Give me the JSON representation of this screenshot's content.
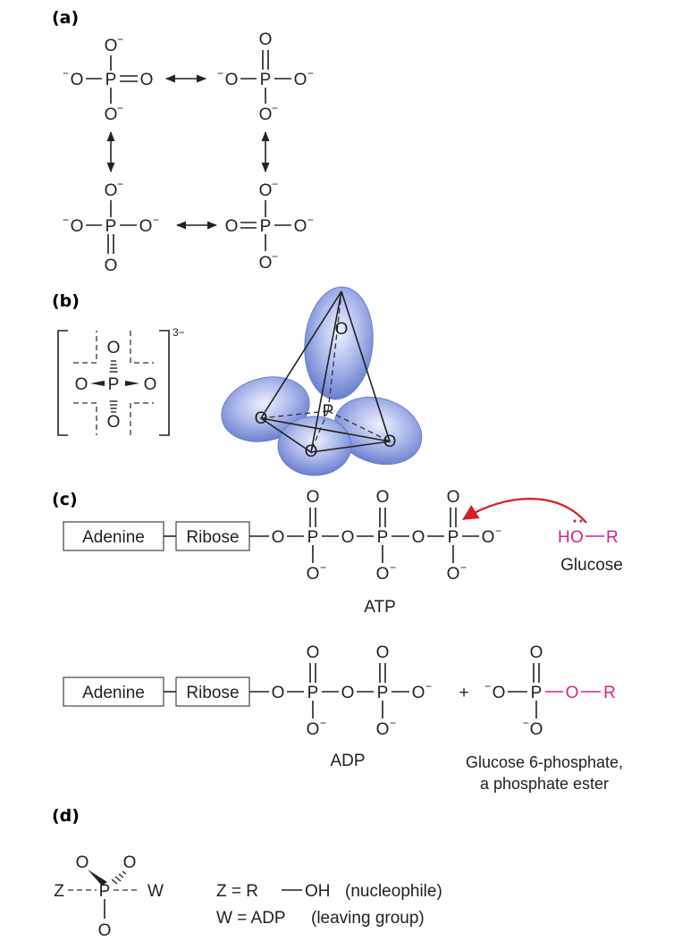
{
  "panels": {
    "a": {
      "label": "(a)"
    },
    "b": {
      "label": "(b)",
      "charge": "3−"
    },
    "c": {
      "label": "(c)",
      "adenine": "Adenine",
      "ribose": "Ribose",
      "atp": "ATP",
      "glucose": "Glucose",
      "nucleophile_h": "H",
      "adp": "ADP",
      "plus": "+",
      "product_name_line1": "Glucose 6-phosphate,",
      "product_name_line2": "a phosphate ester"
    },
    "d": {
      "label": "(d)",
      "z_atom": "Z",
      "w_atom": "W",
      "z_def": "Z = R",
      "z_def_oh": "OH",
      "z_role": "(nucleophile)",
      "w_def": "W = ADP",
      "w_role": "(leaving group)"
    }
  },
  "atoms": {
    "O": "O",
    "P": "P",
    "R": "R",
    "neg": "−"
  },
  "colors": {
    "highlight": "#d6218a",
    "arrow": "#d61f26",
    "orbital": "#7d8fd6"
  }
}
